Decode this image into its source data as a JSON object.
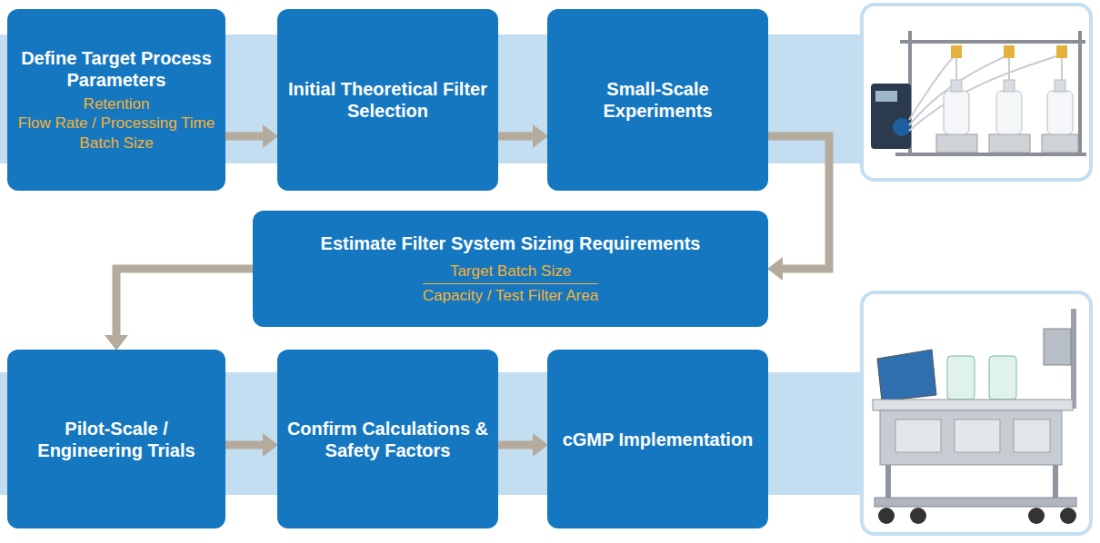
{
  "diagram": {
    "nodes": [
      {
        "text": [
          "Define Target Process Parameters",
          "Retention",
          "Flow Rate / Processing Time",
          "Batch Size"
        ]
      },
      {
        "text": [
          "Initial Theoretical Filter Selection"
        ]
      },
      {
        "text": [
          "Small-Scale Experiments"
        ]
      },
      {
        "text": [
          "Estimate Filter System Sizing Requirements",
          "Target Batch Size",
          "Capacity / Test Filter Area"
        ]
      },
      {
        "text": [
          "Pilot-Scale / Engineering Trials"
        ]
      },
      {
        "text": [
          "Confirm Calculations & Safety Factors"
        ]
      },
      {
        "text": [
          "cGMP Implementation"
        ]
      }
    ],
    "edges": [
      {
        "from": 0,
        "to": 1,
        "arrow": "to"
      },
      {
        "from": 1,
        "to": 2,
        "arrow": "to"
      },
      {
        "from": 2,
        "to": 3,
        "arrow": "to"
      },
      {
        "from": 3,
        "to": 4,
        "arrow": "to"
      },
      {
        "from": 4,
        "to": 5,
        "arrow": "to"
      },
      {
        "from": 5,
        "to": 6,
        "arrow": "to"
      }
    ]
  }
}
